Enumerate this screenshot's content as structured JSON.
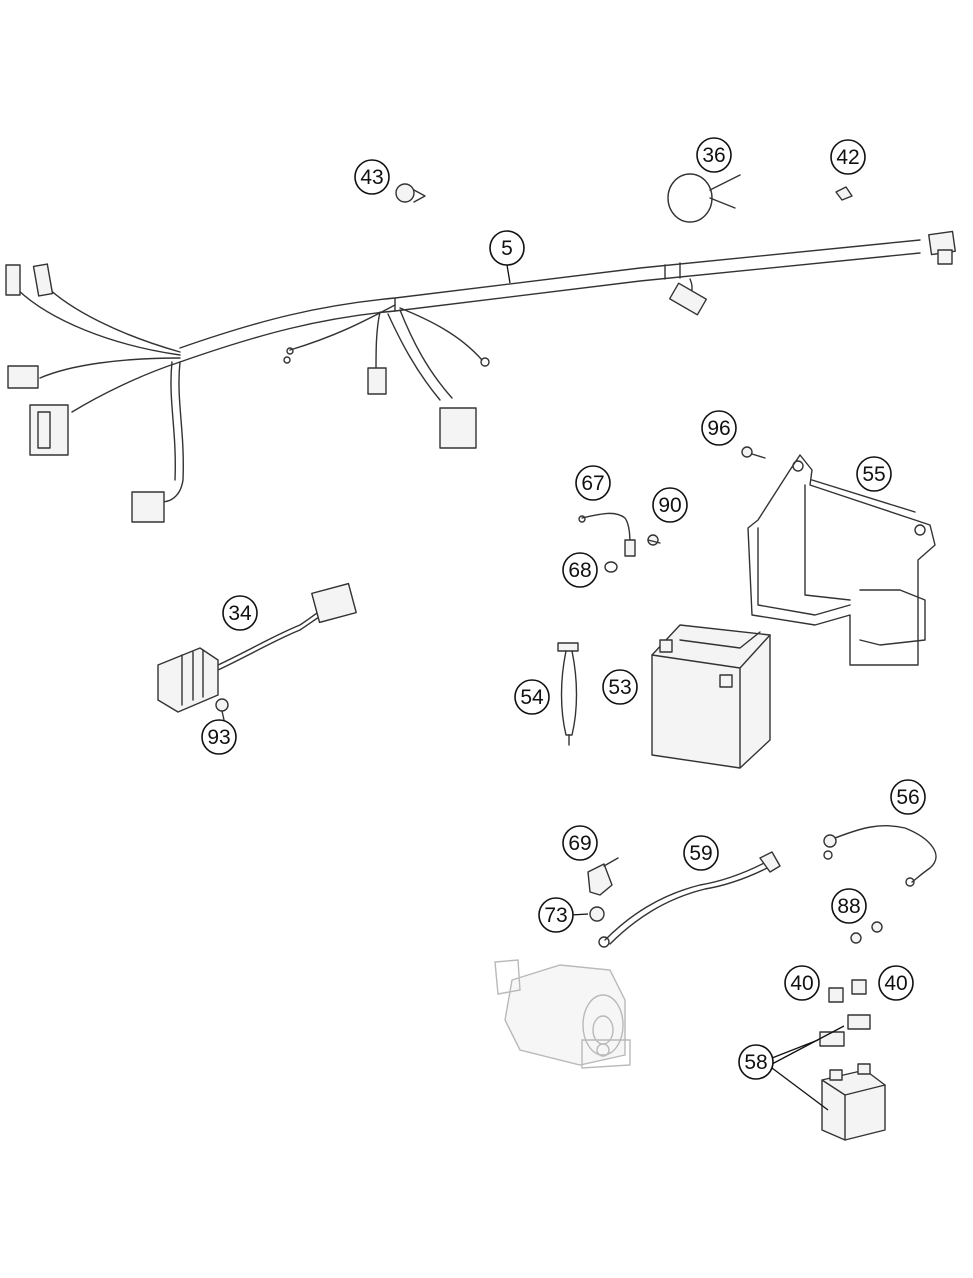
{
  "diagram": {
    "callouts": [
      {
        "id": "c5",
        "label": "5"
      },
      {
        "id": "c43",
        "label": "43"
      },
      {
        "id": "c36",
        "label": "36"
      },
      {
        "id": "c42",
        "label": "42"
      },
      {
        "id": "c96",
        "label": "96"
      },
      {
        "id": "c55",
        "label": "55"
      },
      {
        "id": "c67",
        "label": "67"
      },
      {
        "id": "c90",
        "label": "90"
      },
      {
        "id": "c68",
        "label": "68"
      },
      {
        "id": "c34",
        "label": "34"
      },
      {
        "id": "c93",
        "label": "93"
      },
      {
        "id": "c54",
        "label": "54"
      },
      {
        "id": "c53",
        "label": "53"
      },
      {
        "id": "c56",
        "label": "56"
      },
      {
        "id": "c69",
        "label": "69"
      },
      {
        "id": "c59",
        "label": "59"
      },
      {
        "id": "c73",
        "label": "73"
      },
      {
        "id": "c88",
        "label": "88"
      },
      {
        "id": "c40a",
        "label": "40"
      },
      {
        "id": "c40b",
        "label": "40"
      },
      {
        "id": "c58",
        "label": "58"
      }
    ]
  }
}
